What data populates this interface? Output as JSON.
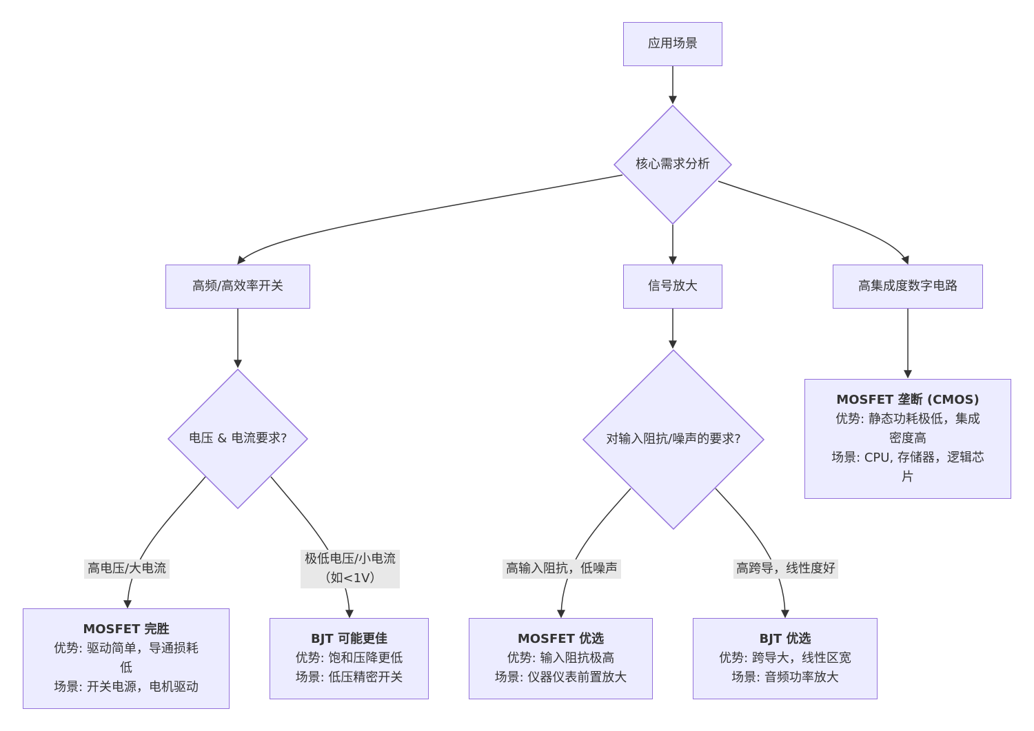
{
  "nodes": {
    "root": "应用场景",
    "core": "核心需求分析",
    "hf": "高频/高效率开关",
    "signal": "信号放大",
    "digital": "高集成度数字电路",
    "vi": "电压 & 电流要求?",
    "imp": "对输入阻抗/噪声的要求?",
    "cmos": {
      "title": "MOSFET 垄断 (CMOS)",
      "line1": "优势: 静态功耗极低，集成",
      "line2": "密度高",
      "line3": "场景: CPU, 存储器，逻辑芯",
      "line4": "片"
    },
    "mosfet_win": {
      "title": "MOSFET 完胜",
      "line1": "优势: 驱动简单，导通损耗",
      "line2": "低",
      "line3": "场景: 开关电源，电机驱动"
    },
    "bjt_better": {
      "title": "BJT 可能更佳",
      "line1": "优势: 饱和压降更低",
      "line2": "场景: 低压精密开关"
    },
    "mosfet_pref": {
      "title": "MOSFET 优选",
      "line1": "优势: 输入阻抗极高",
      "line2": "场景: 仪器仪表前置放大"
    },
    "bjt_pref": {
      "title": "BJT 优选",
      "line1": "优势: 跨导大，线性区宽",
      "line2": "场景: 音频功率放大"
    }
  },
  "edge_labels": {
    "hv": "高电压/大电流",
    "lv1": "极低电压/小电流",
    "lv2": "（如<1V）",
    "hi_imp": "高输入阻抗，低噪声",
    "hi_gm": "高跨导，线性度好"
  },
  "colors": {
    "node_fill": "#ececff",
    "node_stroke": "#9370db",
    "edge": "#333333",
    "label_bg": "#e8e8e8"
  }
}
